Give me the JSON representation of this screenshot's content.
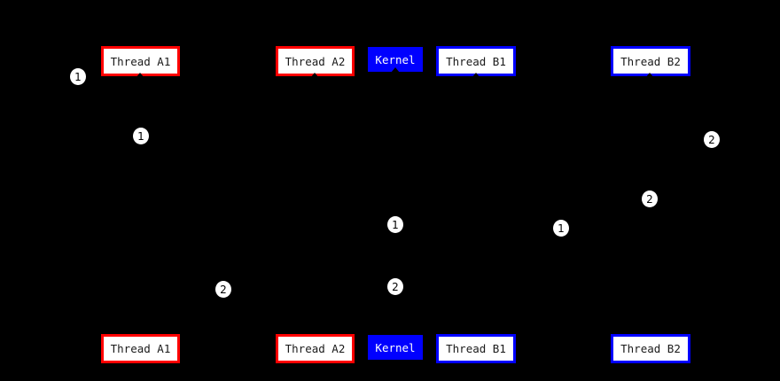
{
  "background": "#000000",
  "palette": {
    "thread_a_border": "#ff0000",
    "thread_b_border": "#0000ff",
    "kernel_fill": "#0000ff",
    "box_fill": "#ffffff",
    "box_text": "#000000",
    "kernel_text": "#ffffff",
    "marker_fill": "#ffffff",
    "marker_text": "#000000"
  },
  "actors": {
    "thread_a1": {
      "label": "Thread A1"
    },
    "thread_a2": {
      "label": "Thread A2"
    },
    "kernel": {
      "label": "Kernel"
    },
    "thread_b1": {
      "label": "Thread B1"
    },
    "thread_b2": {
      "label": "Thread B2"
    }
  },
  "markers": [
    {
      "label": "1"
    },
    {
      "label": "1"
    },
    {
      "label": "2"
    },
    {
      "label": "2"
    },
    {
      "label": "1"
    },
    {
      "label": "1"
    },
    {
      "label": "2"
    },
    {
      "label": "2"
    }
  ]
}
